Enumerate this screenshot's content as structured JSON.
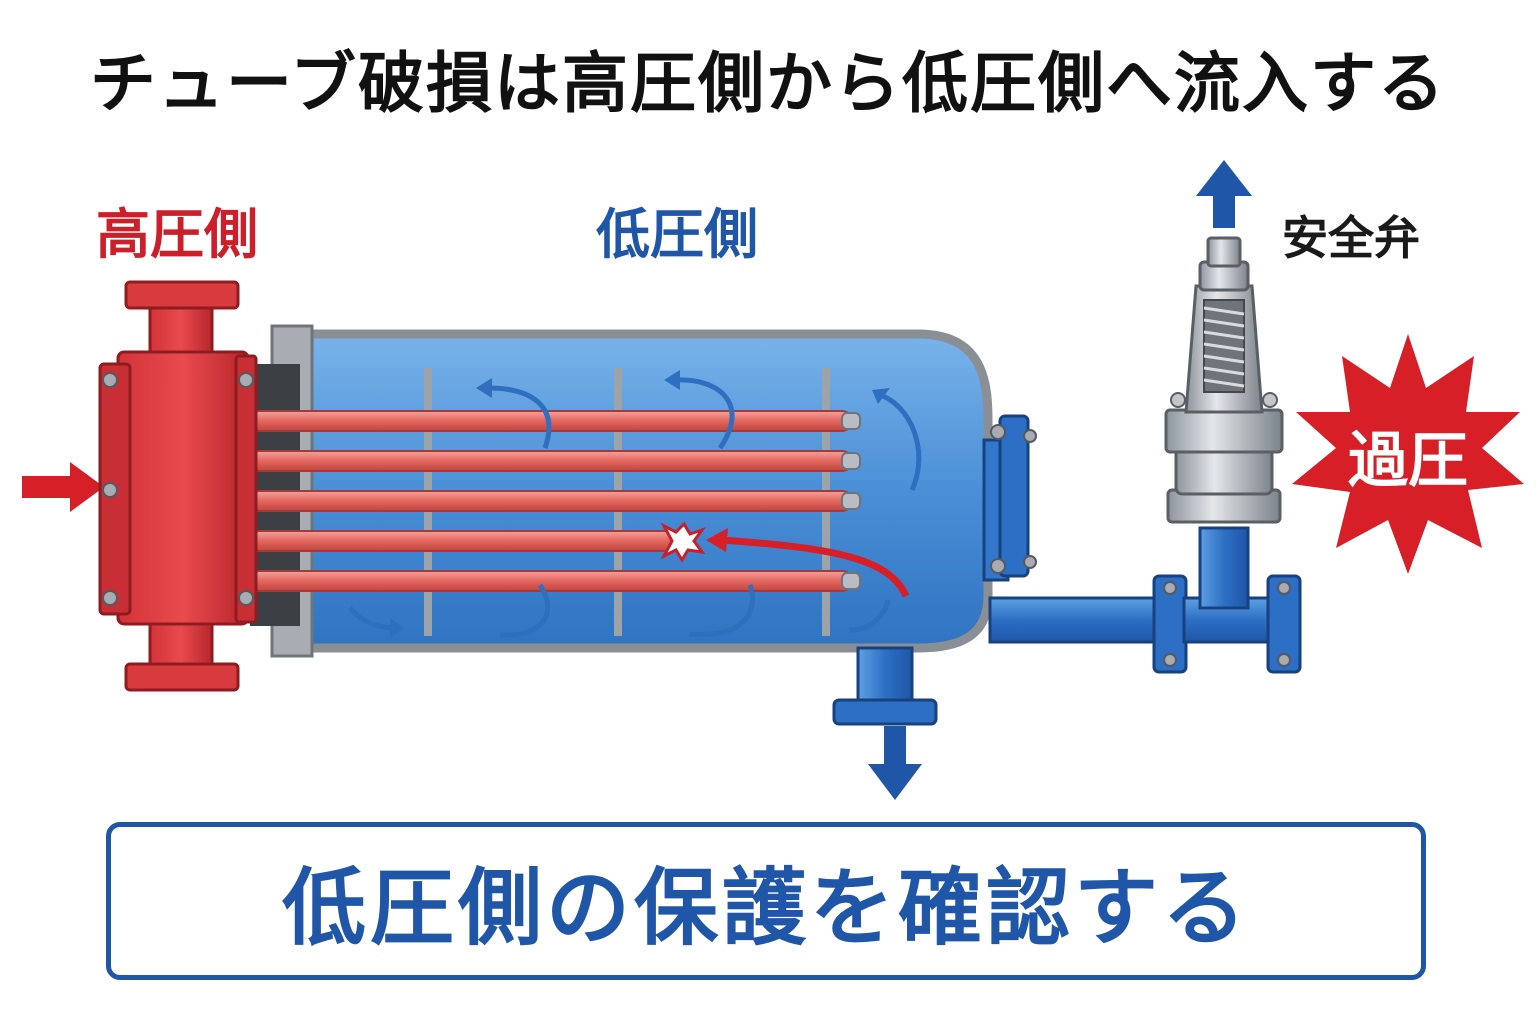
{
  "title": "チューブ破損は高圧側から低圧側へ流入する",
  "labels": {
    "high_pressure": "高圧側",
    "low_pressure": "低圧側",
    "safety_valve": "安全弁",
    "overpressure": "過圧"
  },
  "conclusion": "低圧側の保護を確認する",
  "colors": {
    "high_pressure": "#cc1f2a",
    "low_pressure": "#1f56a8",
    "shell_fill": "#4f95d8",
    "tube": "#e2655d",
    "valve": "#b8bcc2"
  },
  "icons": [
    "inlet-arrow-icon",
    "relief-arrow-icon",
    "outlet-arrow-icon",
    "flow-arrow-icon",
    "rupture-icon",
    "burst-icon"
  ]
}
